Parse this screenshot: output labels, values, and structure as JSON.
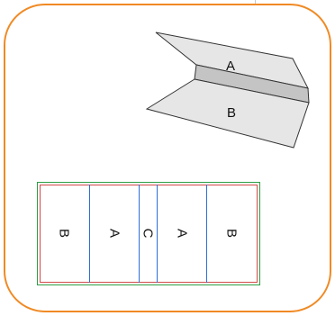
{
  "figure": {
    "folded_cover": {
      "panel_top_label": "A",
      "panel_bottom_label": "B"
    },
    "flat_layout": {
      "sections": [
        "B",
        "A",
        "C",
        "A",
        "B"
      ]
    }
  },
  "colors": {
    "frame_border": "#f08a24",
    "panel_fill": "#e6e6e6",
    "spine_fill": "#c4c4c4",
    "outline": "#333333",
    "green_border": "#2e9e44",
    "red_border": "#d24a4a",
    "blue_lines": "#2d6fd6"
  }
}
